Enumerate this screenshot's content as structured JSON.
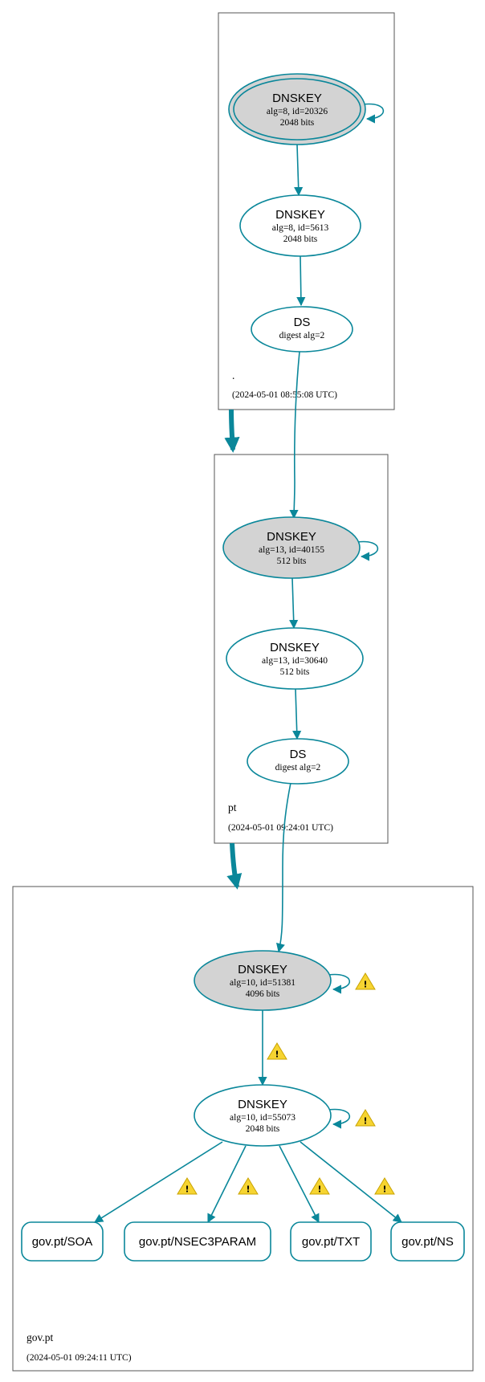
{
  "colors": {
    "edge": "#0a879a",
    "trust_anchor_fill": "#d3d3d3",
    "warning": "#f6d431",
    "zone_border": "#555555"
  },
  "zones": {
    "root": {
      "name": ".",
      "timestamp": "(2024-05-01 08:55:08 UTC)"
    },
    "pt": {
      "name": "pt",
      "timestamp": "(2024-05-01 09:24:01 UTC)"
    },
    "govpt": {
      "name": "gov.pt",
      "timestamp": "(2024-05-01 09:24:11 UTC)"
    }
  },
  "nodes": {
    "root_ksk": {
      "type": "DNSKEY",
      "line1": "alg=8, id=20326",
      "line2": "2048 bits"
    },
    "root_zsk": {
      "type": "DNSKEY",
      "line1": "alg=8, id=5613",
      "line2": "2048 bits"
    },
    "pt_ds": {
      "type": "DS",
      "line1": "digest alg=2"
    },
    "pt_ksk": {
      "type": "DNSKEY",
      "line1": "alg=13, id=40155",
      "line2": "512 bits"
    },
    "pt_zsk": {
      "type": "DNSKEY",
      "line1": "alg=13, id=30640",
      "line2": "512 bits"
    },
    "govpt_ds": {
      "type": "DS",
      "line1": "digest alg=2"
    },
    "govpt_ksk": {
      "type": "DNSKEY",
      "line1": "alg=10, id=51381",
      "line2": "4096 bits"
    },
    "govpt_zsk": {
      "type": "DNSKEY",
      "line1": "alg=10, id=55073",
      "line2": "2048 bits"
    }
  },
  "records": [
    "gov.pt/SOA",
    "gov.pt/NSEC3PARAM",
    "gov.pt/TXT",
    "gov.pt/NS"
  ],
  "warning_symbol": "!"
}
